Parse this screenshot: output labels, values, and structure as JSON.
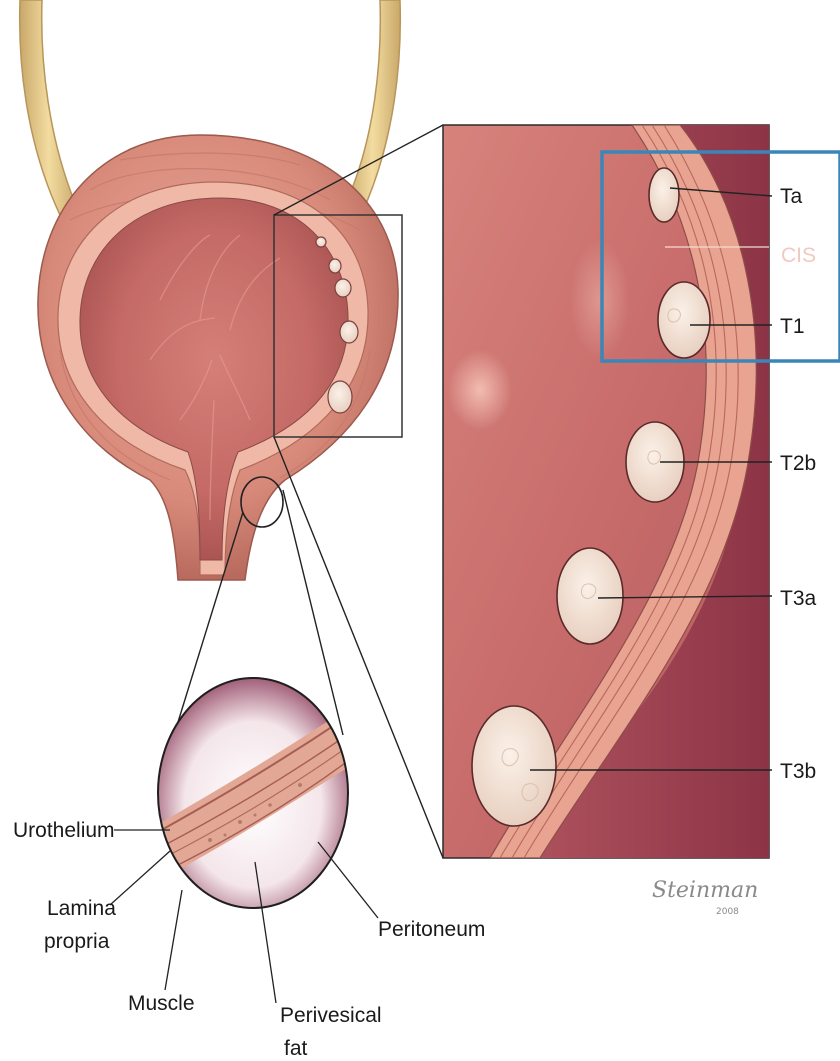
{
  "stage_labels": {
    "ta": "Ta",
    "cis": "CIS",
    "t1": "T1",
    "t2b": "T2b",
    "t3a": "T3a",
    "t3b": "T3b"
  },
  "layer_labels": {
    "urothelium": "Urothelium",
    "lamina_line1": "Lamina",
    "lamina_line2": "propria",
    "muscle": "Muscle",
    "perivesical_line1": "Perivesical",
    "perivesical_line2": "fat",
    "peritoneum": "Peritoneum"
  },
  "signature": {
    "name": "Steinman",
    "year": "2008"
  },
  "colors": {
    "highlight_box": "#3a86b8",
    "bladder_wall": "#e8a896",
    "bladder_inner": "#c86868",
    "ureter": "#e8cc88",
    "tumor": "#f3e2d4"
  }
}
